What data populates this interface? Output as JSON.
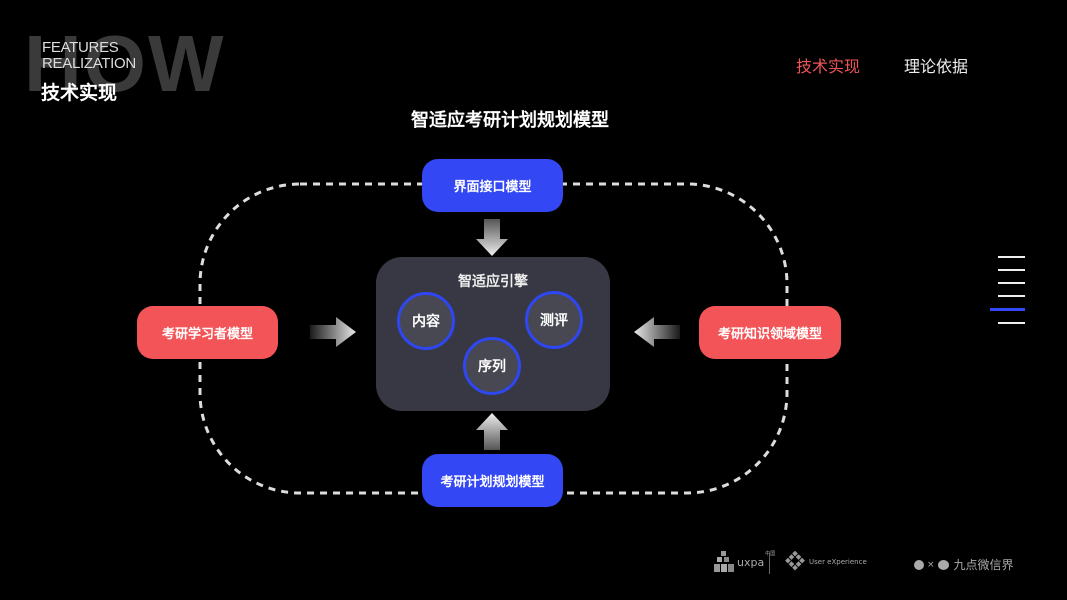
{
  "header": {
    "background_word": "HOW",
    "section_en_line1": "FEATURES",
    "section_en_line2": "REALIZATION",
    "section_cn": "技术实现"
  },
  "nav": {
    "items": [
      {
        "label": "技术实现",
        "active": true
      },
      {
        "label": "理论依据",
        "active": false
      }
    ],
    "active_color": "#f0555a"
  },
  "diagram": {
    "title": "智适应考研计划规划模型",
    "top_box": "界面接口模型",
    "bottom_box": "考研计划规划模型",
    "left_box": "考研学习者模型",
    "right_box": "考研知识领域模型",
    "engine": {
      "title": "智适应引擎",
      "nodes": [
        "内容",
        "测评",
        "序列"
      ]
    },
    "colors": {
      "blue": "#3347f5",
      "red": "#f35457",
      "engine_bg": "#373843"
    }
  },
  "pager": {
    "count": 6,
    "active_index": 4
  },
  "footer": {
    "logo1": "uxpa",
    "logo1_sup": "中国",
    "logo2_line1": "User eXperience",
    "logo2_line2": "",
    "logo3": "九点微信界"
  }
}
